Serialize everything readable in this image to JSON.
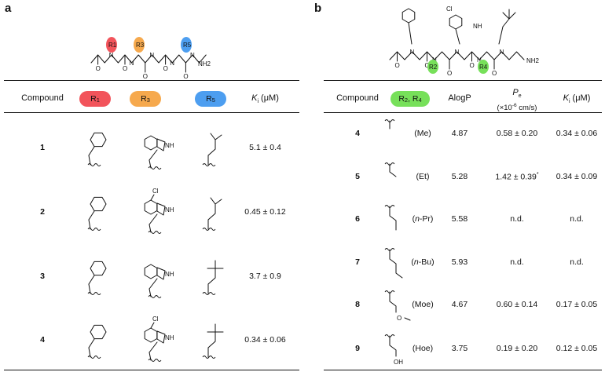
{
  "panel_a": {
    "letter": "a",
    "structure_labels": {
      "n_atom": "N",
      "o_atom": "O",
      "nh2": "NH2",
      "r1": "R1",
      "r3": "R3",
      "r5": "R5"
    },
    "headers": {
      "compound": "Compound",
      "r1": "R",
      "r1_sub": "1",
      "r3": "R",
      "r3_sub": "3",
      "r5": "R",
      "r5_sub": "5",
      "ki_k": "K",
      "ki_i": "i",
      "ki_unit": " (μM)"
    },
    "pill_colors": {
      "r1": "#f2545b",
      "r3": "#f6a94d",
      "r5": "#4d9ef0"
    },
    "rows": [
      {
        "id": "1",
        "r3_label": "NH",
        "r3_cl": "",
        "ki": "5.1 ± 0.4"
      },
      {
        "id": "2",
        "r3_label": "NH",
        "r3_cl": "Cl",
        "ki": "0.45 ± 0.12"
      },
      {
        "id": "3",
        "r3_label": "NH",
        "r3_cl": "",
        "ki": "3.7 ± 0.9"
      },
      {
        "id": "4",
        "r3_label": "NH",
        "r3_cl": "Cl",
        "ki": "0.34 ± 0.06"
      }
    ]
  },
  "panel_b": {
    "letter": "b",
    "structure_labels": {
      "n_atom": "N",
      "o_atom": "O",
      "nh2": "NH2",
      "nh": "NH",
      "cl": "Cl",
      "r2": "R2",
      "r4": "R4"
    },
    "headers": {
      "compound": "Compound",
      "r24": "R",
      "r24_sub_a": "2",
      "r24_mid": ", R",
      "r24_sub_b": "4",
      "alogp": "AlogP",
      "pe_p": "P",
      "pe_e": "e",
      "pe_unit": "(×10",
      "pe_exp": "-6",
      "pe_unit2": " cm/s)",
      "ki_k": "K",
      "ki_i": "i",
      "ki_unit": " (μM)"
    },
    "pill_color": "#77e05a",
    "rows": [
      {
        "id": "4",
        "group": "(Me)",
        "alogp": "4.87",
        "pe": "0.58 ± 0.20",
        "pe_mark": "",
        "ki": "0.34 ± 0.06",
        "atom": ""
      },
      {
        "id": "5",
        "group": "(Et)",
        "alogp": "5.28",
        "pe": "1.42 ± 0.39",
        "pe_mark": "*",
        "ki": "0.34 ± 0.09",
        "atom": ""
      },
      {
        "id": "6",
        "group_prefix": "(",
        "group_it": "n",
        "group_rest": "-Pr)",
        "alogp": "5.58",
        "pe": "n.d.",
        "pe_mark": "",
        "ki": "n.d.",
        "atom": ""
      },
      {
        "id": "7",
        "group_prefix": "(",
        "group_it": "n",
        "group_rest": "-Bu)",
        "alogp": "5.93",
        "pe": "n.d.",
        "pe_mark": "",
        "ki": "n.d.",
        "atom": ""
      },
      {
        "id": "8",
        "group": "(Moe)",
        "alogp": "4.67",
        "pe": "0.60 ± 0.14",
        "pe_mark": "",
        "ki": "0.17 ± 0.05",
        "atom": "O"
      },
      {
        "id": "9",
        "group": "(Hoe)",
        "alogp": "3.75",
        "pe": "0.19 ± 0.20",
        "pe_mark": "",
        "ki": "0.12 ± 0.05",
        "atom": "OH"
      }
    ]
  }
}
